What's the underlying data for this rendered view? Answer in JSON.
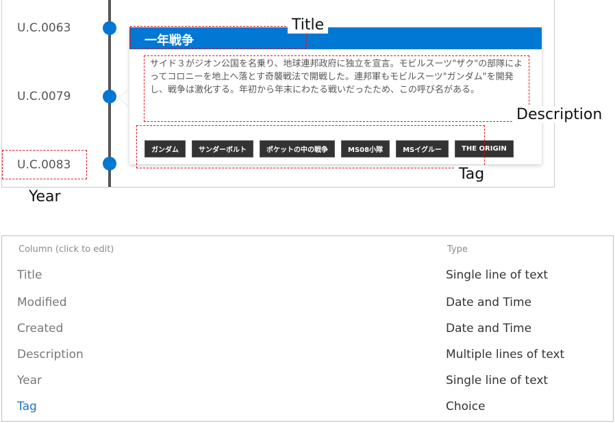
{
  "timeline": {
    "years": [
      {
        "label": "U.C.0063"
      },
      {
        "label": "U.C.0079"
      },
      {
        "label": "U.C.0083"
      }
    ],
    "card": {
      "title": "一年戦争",
      "description": "サイド３がジオン公国を名乗り、地球連邦政府に独立を宣言。モビルスーツ\"ザク\"の部隊によってコロニーを地上へ落とす奇襲戦法で開戦した。連邦軍もモビルスーツ\"ガンダム\"を開発し、戦争は激化する。年初から年末にわたる戦いだったため、この呼び名がある。",
      "tags": [
        "ガンダム",
        "サンダーボルト",
        "ポケットの中の戦争",
        "MS08小隊",
        "MSイグルー",
        "THE ORIGIN"
      ]
    },
    "accent_color": "#0078d4",
    "tag_color": "#333333"
  },
  "annotations": {
    "title": "Title",
    "description": "Description",
    "tag": "Tag",
    "year": "Year",
    "color": "#e8101a"
  },
  "columns_table": {
    "header": {
      "column": "Column (click to edit)",
      "type": "Type"
    },
    "rows": [
      {
        "name": "Title",
        "type": "Single line of text"
      },
      {
        "name": "Modified",
        "type": "Date and Time"
      },
      {
        "name": "Created",
        "type": "Date and Time"
      },
      {
        "name": "Description",
        "type": "Multiple lines of text"
      },
      {
        "name": "Year",
        "type": "Single line of text"
      },
      {
        "name": "Tag",
        "type": "Choice"
      }
    ],
    "link_color": "#1a73c8"
  }
}
